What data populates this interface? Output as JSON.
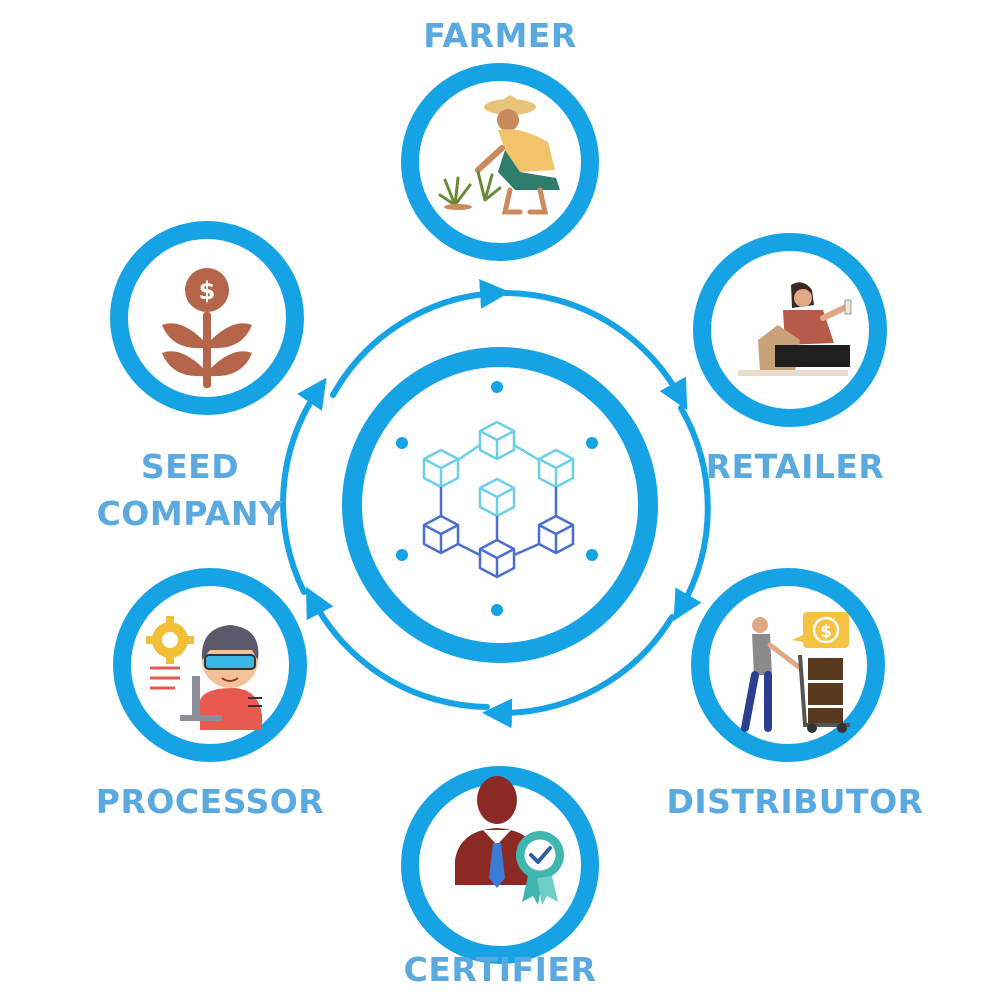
{
  "colors": {
    "ring": "#16a3e6",
    "label": "#5aa9df",
    "arrow": "#16a3e6",
    "node_light": "#6ccfe8",
    "node_dark": "#4a6fd0",
    "skin": "#c98a5d",
    "hat": "#e8c47a",
    "shirt": "#f2c36a",
    "plant": "#6a8a3a",
    "seed_icon": "#b5664a",
    "certifier_body": "#8b2a24",
    "badge": "#3fb6b0",
    "tie": "#3a7bd5",
    "box": "#5a3a1e",
    "coin": "#f5c242"
  },
  "labels": {
    "farmer": "FARMER",
    "retailer": "RETAILER",
    "distributor": "DISTRIBUTOR",
    "certifier": "CERTIFIER",
    "processor": "PROCESSOR",
    "seed_line1": "SEED",
    "seed_line2": "COMPANY"
  },
  "icons": {
    "center": "blockchain-network-icon",
    "farmer": "farmer-planting-icon",
    "retailer": "retailer-shop-icon",
    "distributor": "distributor-delivery-icon",
    "certifier": "certified-person-icon",
    "processor": "processor-engineer-icon",
    "seed": "seed-money-plant-icon",
    "dollar_symbol": "$"
  }
}
